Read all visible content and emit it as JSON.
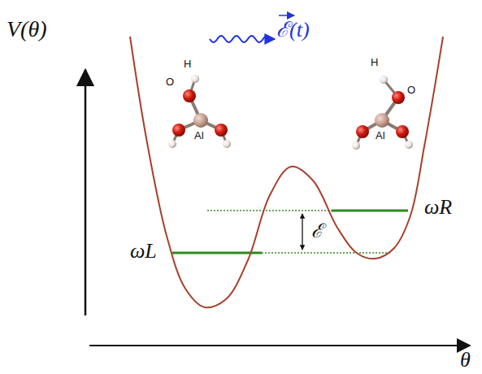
{
  "diagram": {
    "labels": [
      "V(θ)",
      "ℰ(t)",
      "O",
      "H",
      "Al",
      "H",
      "O",
      "Al",
      "ℰ",
      "ωL",
      "ωR",
      "θ"
    ]
  }
}
